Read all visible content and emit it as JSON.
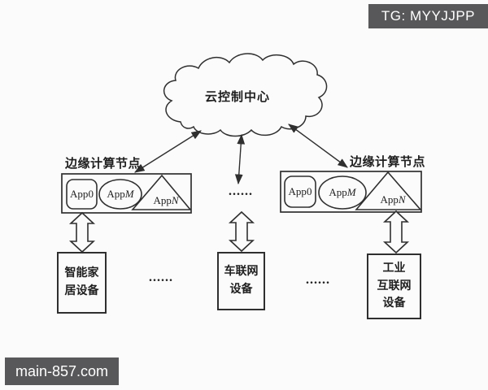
{
  "watermarks": {
    "top_right": "TG: MYYJJPP",
    "bottom_left": "main-857.com"
  },
  "cloud": {
    "label": "云控制中心"
  },
  "edge_nodes": [
    {
      "label": "边缘计算节点",
      "apps": [
        {
          "prefix": "App",
          "suffix": "0",
          "shape": "rounded-rect"
        },
        {
          "prefix": "App",
          "suffix": "M",
          "shape": "ellipse"
        },
        {
          "prefix": "App",
          "suffix": "N",
          "shape": "triangle"
        }
      ]
    },
    {
      "label": "边缘计算节点",
      "apps": [
        {
          "prefix": "App",
          "suffix": "0",
          "shape": "rounded-rect"
        },
        {
          "prefix": "App",
          "suffix": "M",
          "shape": "ellipse"
        },
        {
          "prefix": "App",
          "suffix": "N",
          "shape": "triangle"
        }
      ]
    }
  ],
  "devices": [
    {
      "lines": [
        "智能家",
        "居设备"
      ]
    },
    {
      "lines": [
        "车联网",
        "设备"
      ]
    },
    {
      "lines": [
        "工业",
        "互联网",
        "设备"
      ]
    }
  ],
  "ellipsis": "......",
  "colors": {
    "line": "#2f2f2f",
    "badge_bg": "#58585a",
    "badge_text": "#ffffff",
    "background": "#fbfbfb"
  }
}
